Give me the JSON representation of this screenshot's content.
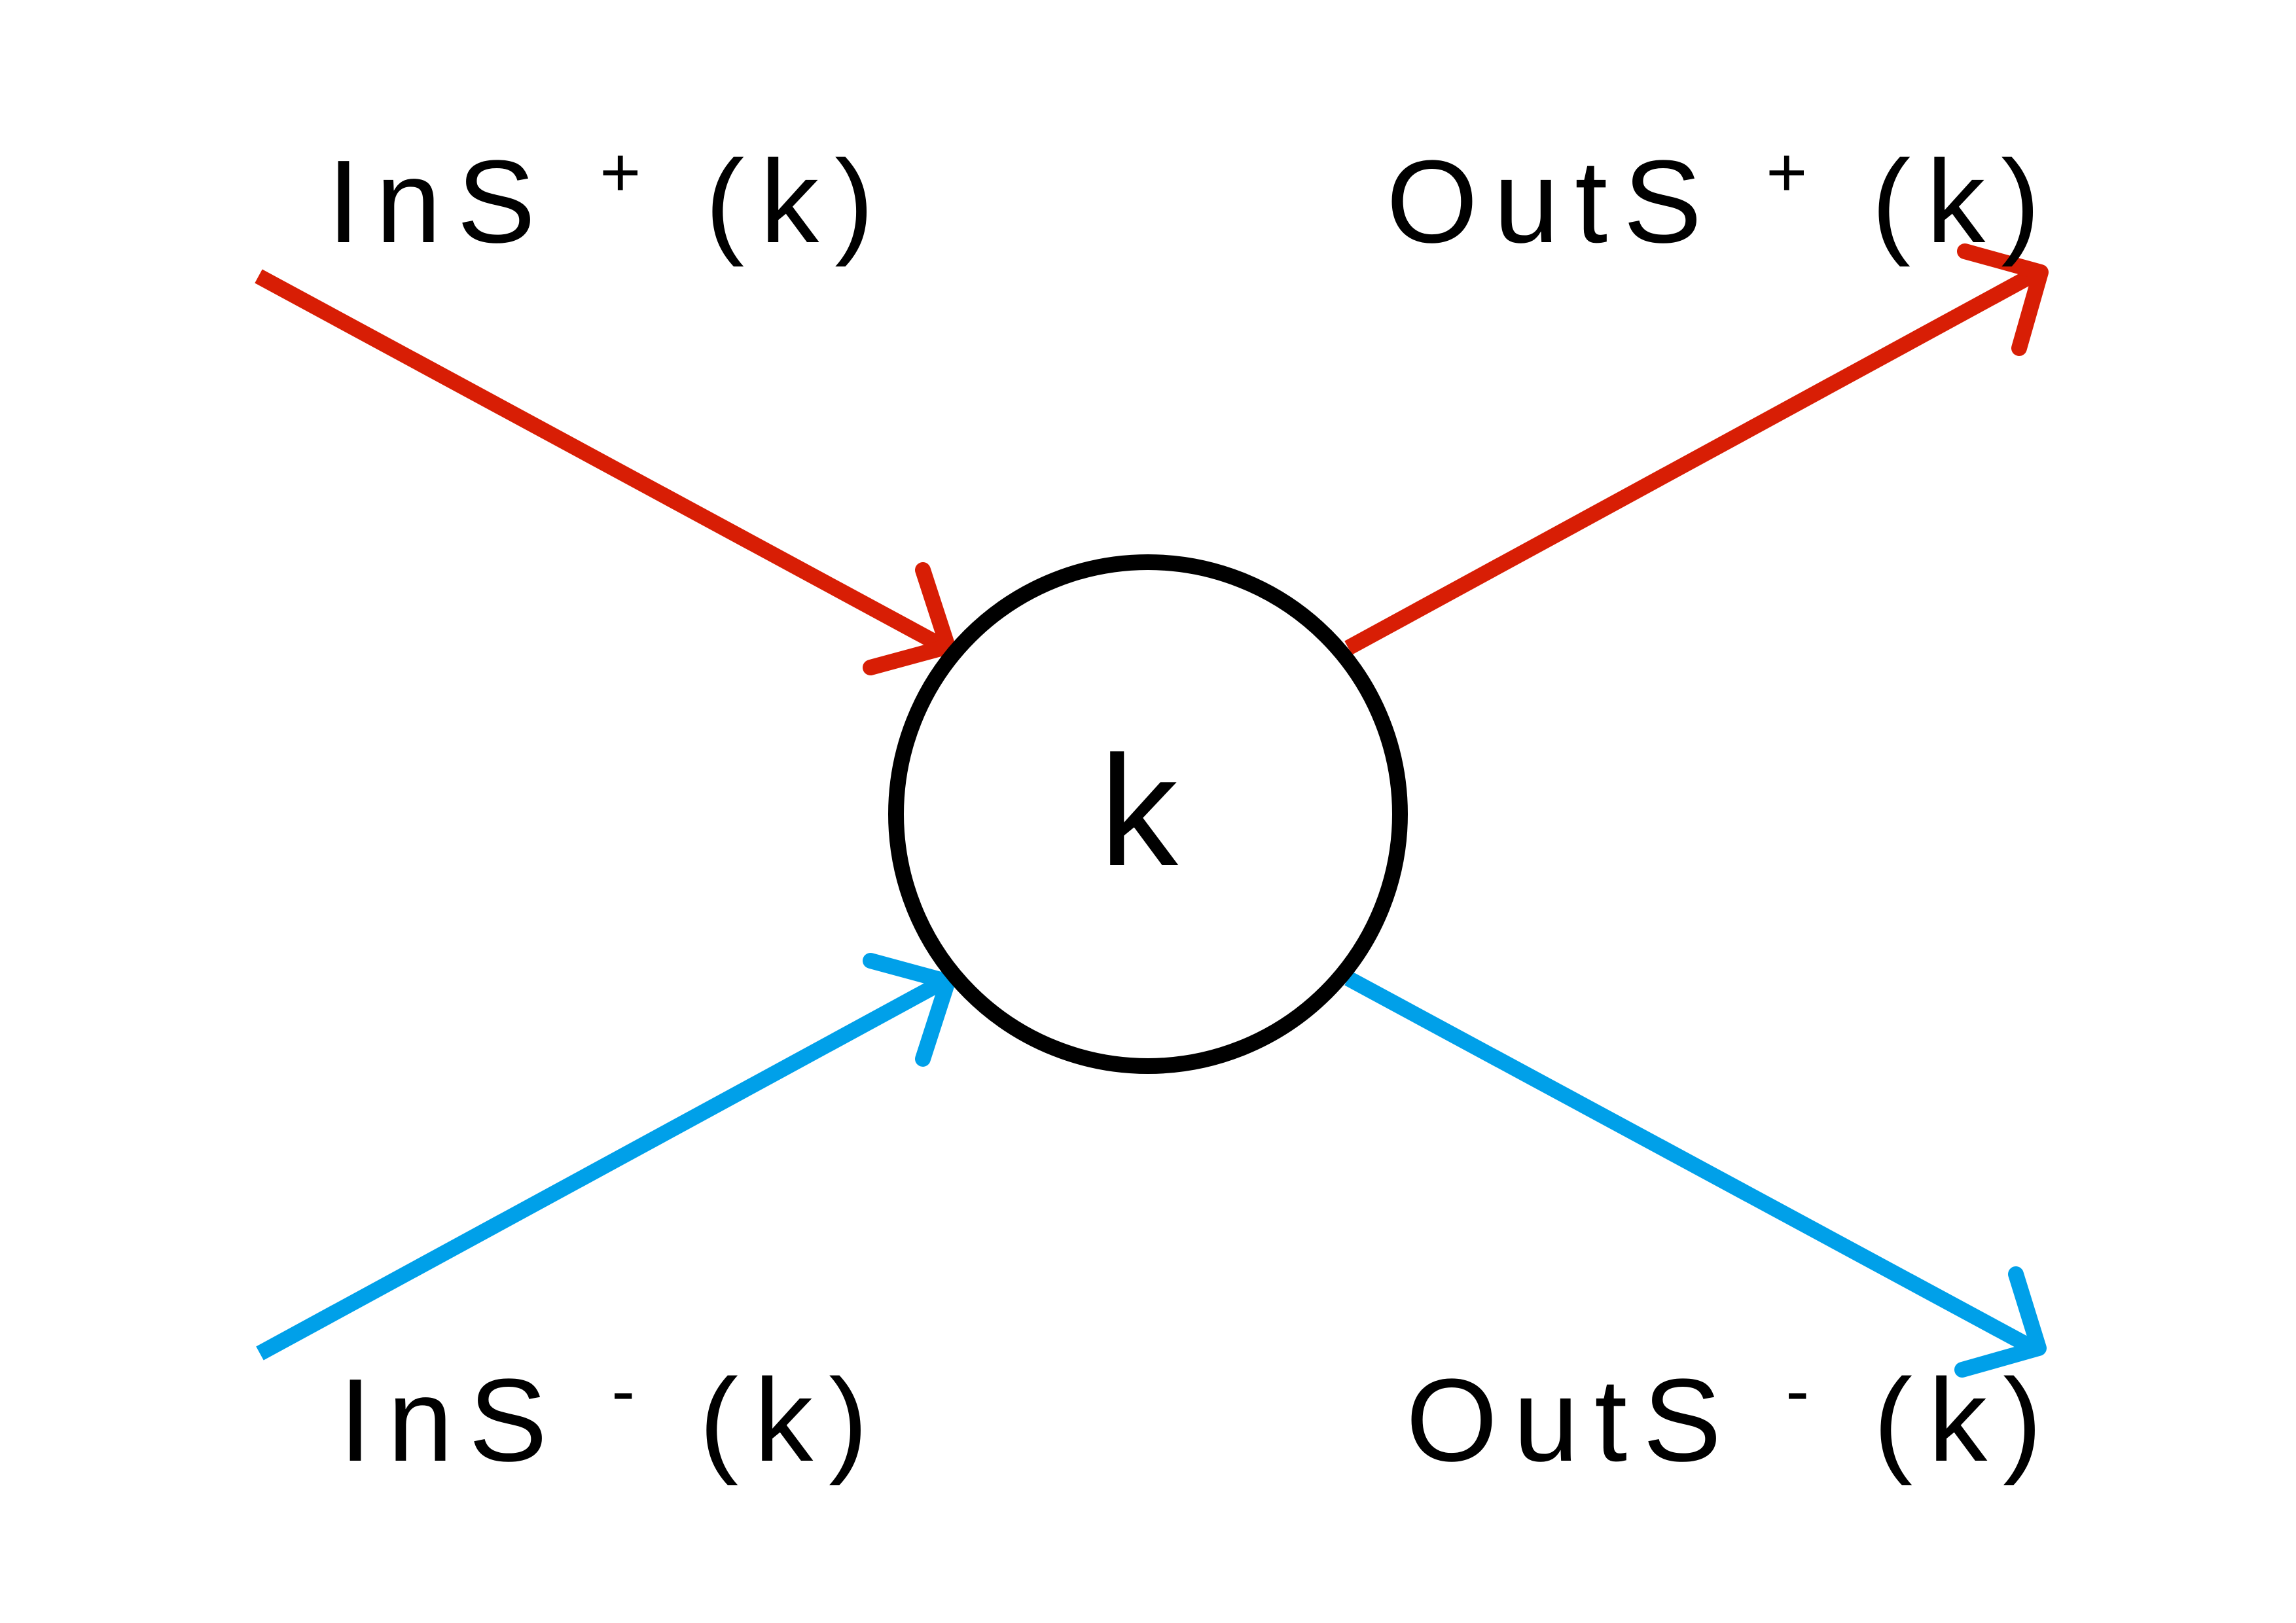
{
  "node": {
    "label": "k"
  },
  "edges": {
    "in_plus": {
      "label_base": "InS",
      "label_sup": "+",
      "label_arg": "(k)",
      "color": "#d81e05"
    },
    "out_plus": {
      "label_base": "OutS",
      "label_sup": "+",
      "label_arg": "(k)",
      "color": "#d81e05"
    },
    "in_minus": {
      "label_base": "InS",
      "label_sup": "-",
      "label_arg": "(k)",
      "color": "#00a0e9"
    },
    "out_minus": {
      "label_base": "OutS",
      "label_sup": "-",
      "label_arg": "(k)",
      "color": "#00a0e9"
    }
  }
}
